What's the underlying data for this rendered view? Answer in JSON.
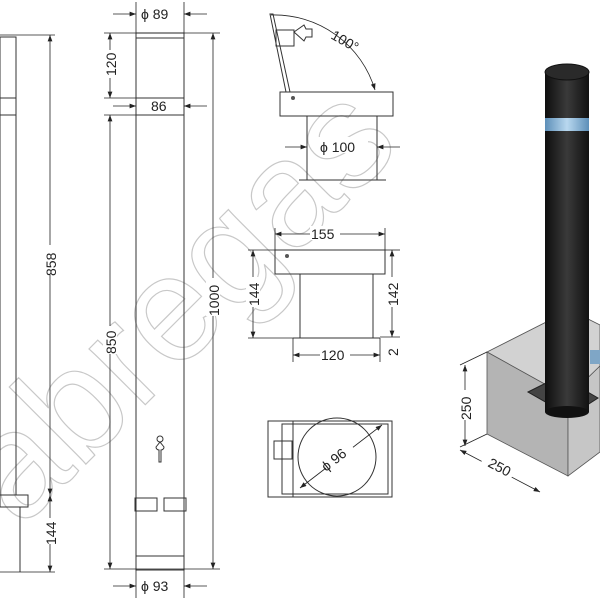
{
  "watermark": "abregas",
  "side_view": {
    "height_858": "858",
    "base_144": "144"
  },
  "front_view": {
    "top_diameter": "ϕ 89",
    "cap_height": "120",
    "band_width": "86",
    "body_height": "850",
    "total_height": "1000",
    "bottom_diameter": "ϕ 93"
  },
  "lid_view": {
    "angle": "100°",
    "post_diameter": "ϕ 100"
  },
  "base_view": {
    "width": "155",
    "height_left": "144",
    "height_right": "142",
    "foot_width": "120",
    "plate": "2"
  },
  "top_view": {
    "diameter": "ϕ 96"
  },
  "render_3d": {
    "block_height": "250",
    "block_width": "250"
  },
  "colors": {
    "post": "#1c1c1c",
    "band": "#8fb8d8",
    "concrete": "#b8b8b8"
  }
}
